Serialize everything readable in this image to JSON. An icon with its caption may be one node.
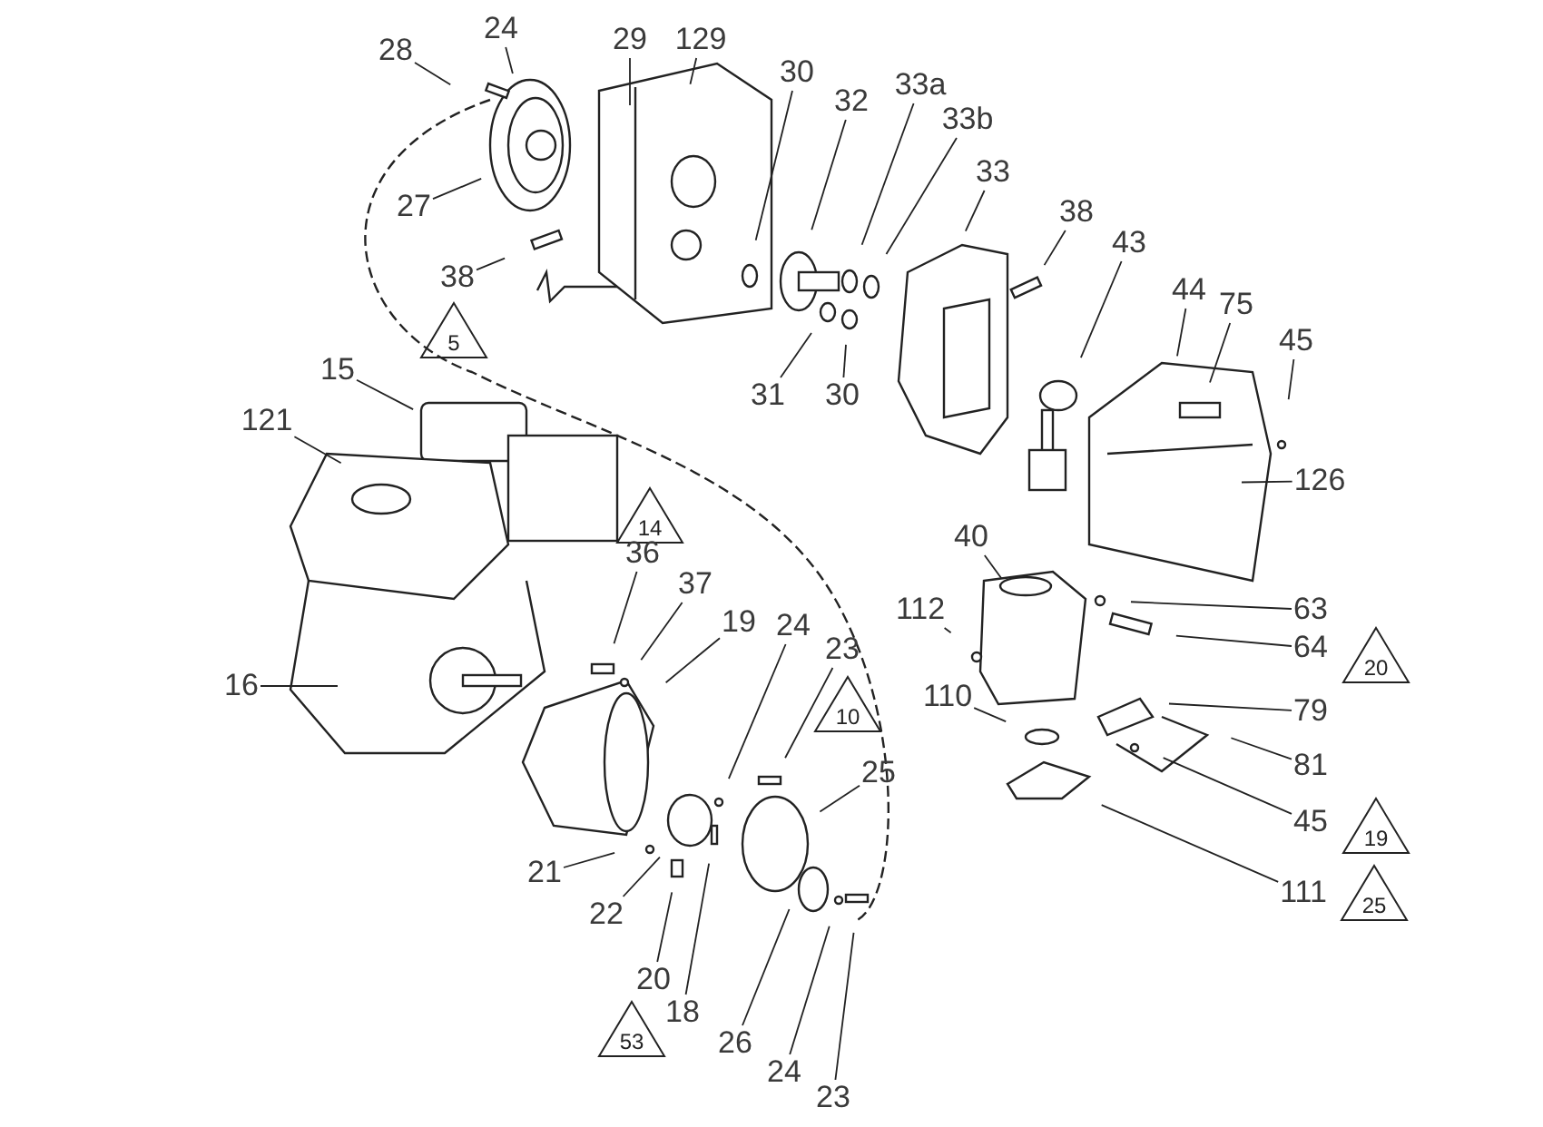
{
  "diagram": {
    "nodes": [
      {
        "text": [
          "28"
        ]
      },
      {
        "text": [
          "24"
        ]
      },
      {
        "text": [
          "29"
        ]
      },
      {
        "text": [
          "129"
        ]
      },
      {
        "text": [
          "27"
        ]
      },
      {
        "text": [
          "30"
        ]
      },
      {
        "text": [
          "32"
        ]
      },
      {
        "text": [
          "33a"
        ]
      },
      {
        "text": [
          "33b"
        ]
      },
      {
        "text": [
          "33"
        ]
      },
      {
        "text": [
          "38"
        ]
      },
      {
        "text": [
          "43"
        ]
      },
      {
        "text": [
          "44"
        ]
      },
      {
        "text": [
          "75"
        ]
      },
      {
        "text": [
          "45"
        ]
      },
      {
        "text": [
          "126"
        ]
      },
      {
        "text": [
          "38"
        ]
      },
      {
        "text": [
          "5"
        ]
      },
      {
        "text": [
          "31"
        ]
      },
      {
        "text": [
          "30"
        ]
      },
      {
        "text": [
          "15"
        ]
      },
      {
        "text": [
          "121"
        ]
      },
      {
        "text": [
          "14"
        ]
      },
      {
        "text": [
          "36"
        ]
      },
      {
        "text": [
          "37"
        ]
      },
      {
        "text": [
          "19"
        ]
      },
      {
        "text": [
          "16"
        ]
      },
      {
        "text": [
          "24"
        ]
      },
      {
        "text": [
          "23"
        ]
      },
      {
        "text": [
          "10"
        ]
      },
      {
        "text": [
          "25"
        ]
      },
      {
        "text": [
          "21"
        ]
      },
      {
        "text": [
          "22"
        ]
      },
      {
        "text": [
          "20"
        ]
      },
      {
        "text": [
          "53"
        ]
      },
      {
        "text": [
          "18"
        ]
      },
      {
        "text": [
          "26"
        ]
      },
      {
        "text": [
          "24"
        ]
      },
      {
        "text": [
          "23"
        ]
      },
      {
        "text": [
          "40"
        ]
      },
      {
        "text": [
          "112"
        ]
      },
      {
        "text": [
          "110"
        ]
      },
      {
        "text": [
          "63"
        ]
      },
      {
        "text": [
          "64"
        ]
      },
      {
        "text": [
          "20"
        ]
      },
      {
        "text": [
          "79"
        ]
      },
      {
        "text": [
          "81"
        ]
      },
      {
        "text": [
          "45"
        ]
      },
      {
        "text": [
          "19"
        ]
      },
      {
        "text": [
          "111"
        ]
      },
      {
        "text": [
          "25"
        ]
      }
    ],
    "edges": [
      {
        "from": 0,
        "to": null,
        "arrow": "none"
      },
      {
        "from": 1,
        "to": null,
        "arrow": "none"
      },
      {
        "from": 2,
        "to": null,
        "arrow": "none"
      },
      {
        "from": 3,
        "to": null,
        "arrow": "none"
      },
      {
        "from": 4,
        "to": null,
        "arrow": "none"
      },
      {
        "from": 5,
        "to": null,
        "arrow": "none"
      },
      {
        "from": 6,
        "to": null,
        "arrow": "none"
      },
      {
        "from": 7,
        "to": null,
        "arrow": "none"
      },
      {
        "from": 8,
        "to": null,
        "arrow": "none"
      },
      {
        "from": 9,
        "to": null,
        "arrow": "none"
      },
      {
        "from": 10,
        "to": null,
        "arrow": "none"
      },
      {
        "from": 11,
        "to": null,
        "arrow": "none"
      },
      {
        "from": 12,
        "to": null,
        "arrow": "none"
      },
      {
        "from": 13,
        "to": null,
        "arrow": "none"
      },
      {
        "from": 14,
        "to": null,
        "arrow": "none"
      },
      {
        "from": 15,
        "to": null,
        "arrow": "none"
      },
      {
        "from": 16,
        "to": null,
        "arrow": "none"
      },
      {
        "from": 18,
        "to": null,
        "arrow": "none"
      },
      {
        "from": 19,
        "to": null,
        "arrow": "none"
      },
      {
        "from": 20,
        "to": null,
        "arrow": "none"
      },
      {
        "from": 21,
        "to": null,
        "arrow": "none"
      },
      {
        "from": 23,
        "to": null,
        "arrow": "none"
      },
      {
        "from": 24,
        "to": null,
        "arrow": "none"
      },
      {
        "from": 25,
        "to": null,
        "arrow": "none"
      },
      {
        "from": 26,
        "to": null,
        "arrow": "none"
      },
      {
        "from": 27,
        "to": null,
        "arrow": "none"
      },
      {
        "from": 28,
        "to": null,
        "arrow": "none"
      },
      {
        "from": 30,
        "to": null,
        "arrow": "none"
      },
      {
        "from": 31,
        "to": null,
        "arrow": "none"
      },
      {
        "from": 32,
        "to": null,
        "arrow": "none"
      },
      {
        "from": 33,
        "to": null,
        "arrow": "none"
      },
      {
        "from": 35,
        "to": null,
        "arrow": "none"
      },
      {
        "from": 36,
        "to": null,
        "arrow": "none"
      },
      {
        "from": 37,
        "to": null,
        "arrow": "none"
      },
      {
        "from": 38,
        "to": null,
        "arrow": "none"
      },
      {
        "from": 39,
        "to": null,
        "arrow": "none"
      },
      {
        "from": 40,
        "to": null,
        "arrow": "none"
      },
      {
        "from": 41,
        "to": null,
        "arrow": "none"
      },
      {
        "from": 42,
        "to": null,
        "arrow": "none"
      },
      {
        "from": 43,
        "to": null,
        "arrow": "none"
      },
      {
        "from": 45,
        "to": null,
        "arrow": "none"
      },
      {
        "from": 46,
        "to": null,
        "arrow": "none"
      },
      {
        "from": 47,
        "to": null,
        "arrow": "none"
      },
      {
        "from": 49,
        "to": null,
        "arrow": "none"
      }
    ]
  }
}
